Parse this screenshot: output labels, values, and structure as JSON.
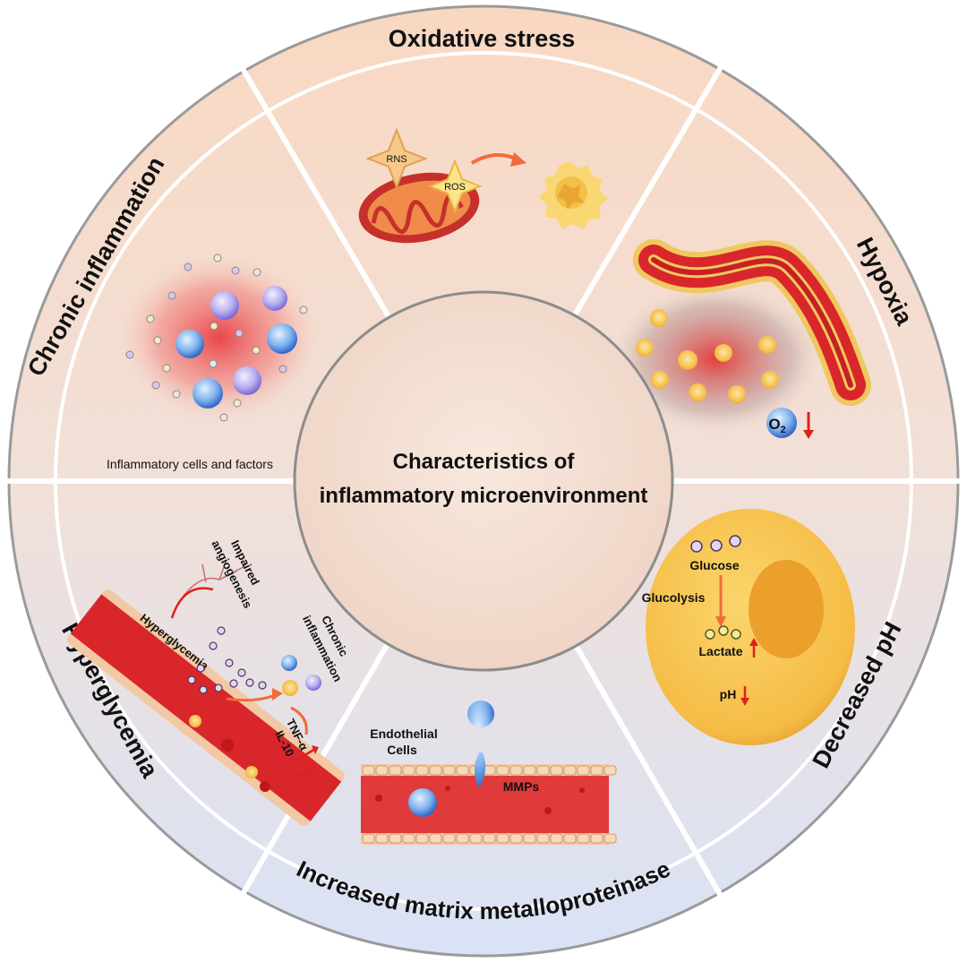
{
  "center": {
    "line1": "Characteristics of",
    "line2": "inflammatory microenvironment"
  },
  "segments": {
    "oxidative_stress": {
      "title": "Oxidative stress",
      "rns": "RNS",
      "ros": "ROS"
    },
    "hypoxia": {
      "title": "Hypoxia",
      "o2": "O",
      "o2_sub": "2"
    },
    "decreased_ph": {
      "title": "Decreased pH",
      "glucose": "Glucose",
      "glucolysis": "Glucolysis",
      "lactate": "Lactate",
      "ph": "pH"
    },
    "mmp": {
      "title": "Increased matrix metalloproteinase",
      "endothelial_1": "Endothelial",
      "endothelial_2": "Cells",
      "mmps": "MMPs"
    },
    "hyperglycemia": {
      "title": "Hyperglycemia",
      "vessel_label": "Hyperglycemia",
      "impaired_1": "Impaired",
      "impaired_2": "angiogenesis",
      "chronic_1": "Chronic",
      "chronic_2": "inflammation",
      "tnf": "TNF-α",
      "il": "IL-10"
    },
    "chronic_inflammation": {
      "title": "Chronic inflammation",
      "caption": "Inflammatory cells and factors"
    }
  },
  "colors": {
    "ring_top": "#f8dcc7",
    "ring_bottom": "#dde4f5",
    "center_fill": "#f3ddd0",
    "divider": "#ffffff",
    "vessel_red": "#d8262b",
    "arrow_red": "#e0201c",
    "cell_yellow": "#f7c24a"
  }
}
